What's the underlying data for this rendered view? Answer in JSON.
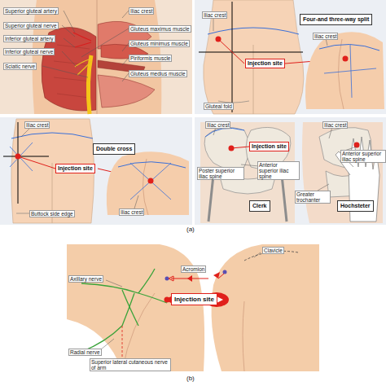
{
  "diagram": {
    "nodes": [
      {
        "text": [
          "Four-and three-way split"
        ]
      },
      {
        "text": [
          "Injection site"
        ]
      },
      {
        "text": [
          "Double cross"
        ]
      },
      {
        "text": [
          "Injection site"
        ]
      },
      {
        "text": [
          "Injection site"
        ]
      },
      {
        "text": [
          "Clerk"
        ]
      },
      {
        "text": [
          "Hochsteter"
        ]
      },
      {
        "text": [
          "Injection site"
        ]
      }
    ],
    "labels": [
      "Superior gluteal artery",
      "Superior gluteal nerve",
      "Inferior gluteal artery",
      "Inferior gluteal nerve",
      "Sciatic nerve",
      "Iliac crest",
      "Gluteus maximus muscle",
      "Gluteus minimus muscle",
      "Piriformis muscle",
      "Gluteus medius muscle",
      "Iliac crest",
      "Iliac crest",
      "Gluteal fold",
      "Iliac crest",
      "Buttock side edge",
      "Iliac crest",
      "Iliac crest",
      "Poster superior iliac spine",
      "Anterior superior iliac spine",
      "Iliac crest",
      "Anterior superior iliac spine",
      "Greater trochanter",
      "(a)",
      "Axillary nerve",
      "Radial nerve",
      "Acromion",
      "Clavicle",
      "Superior lateral cutaneous nerve of arm",
      "(b)"
    ]
  }
}
